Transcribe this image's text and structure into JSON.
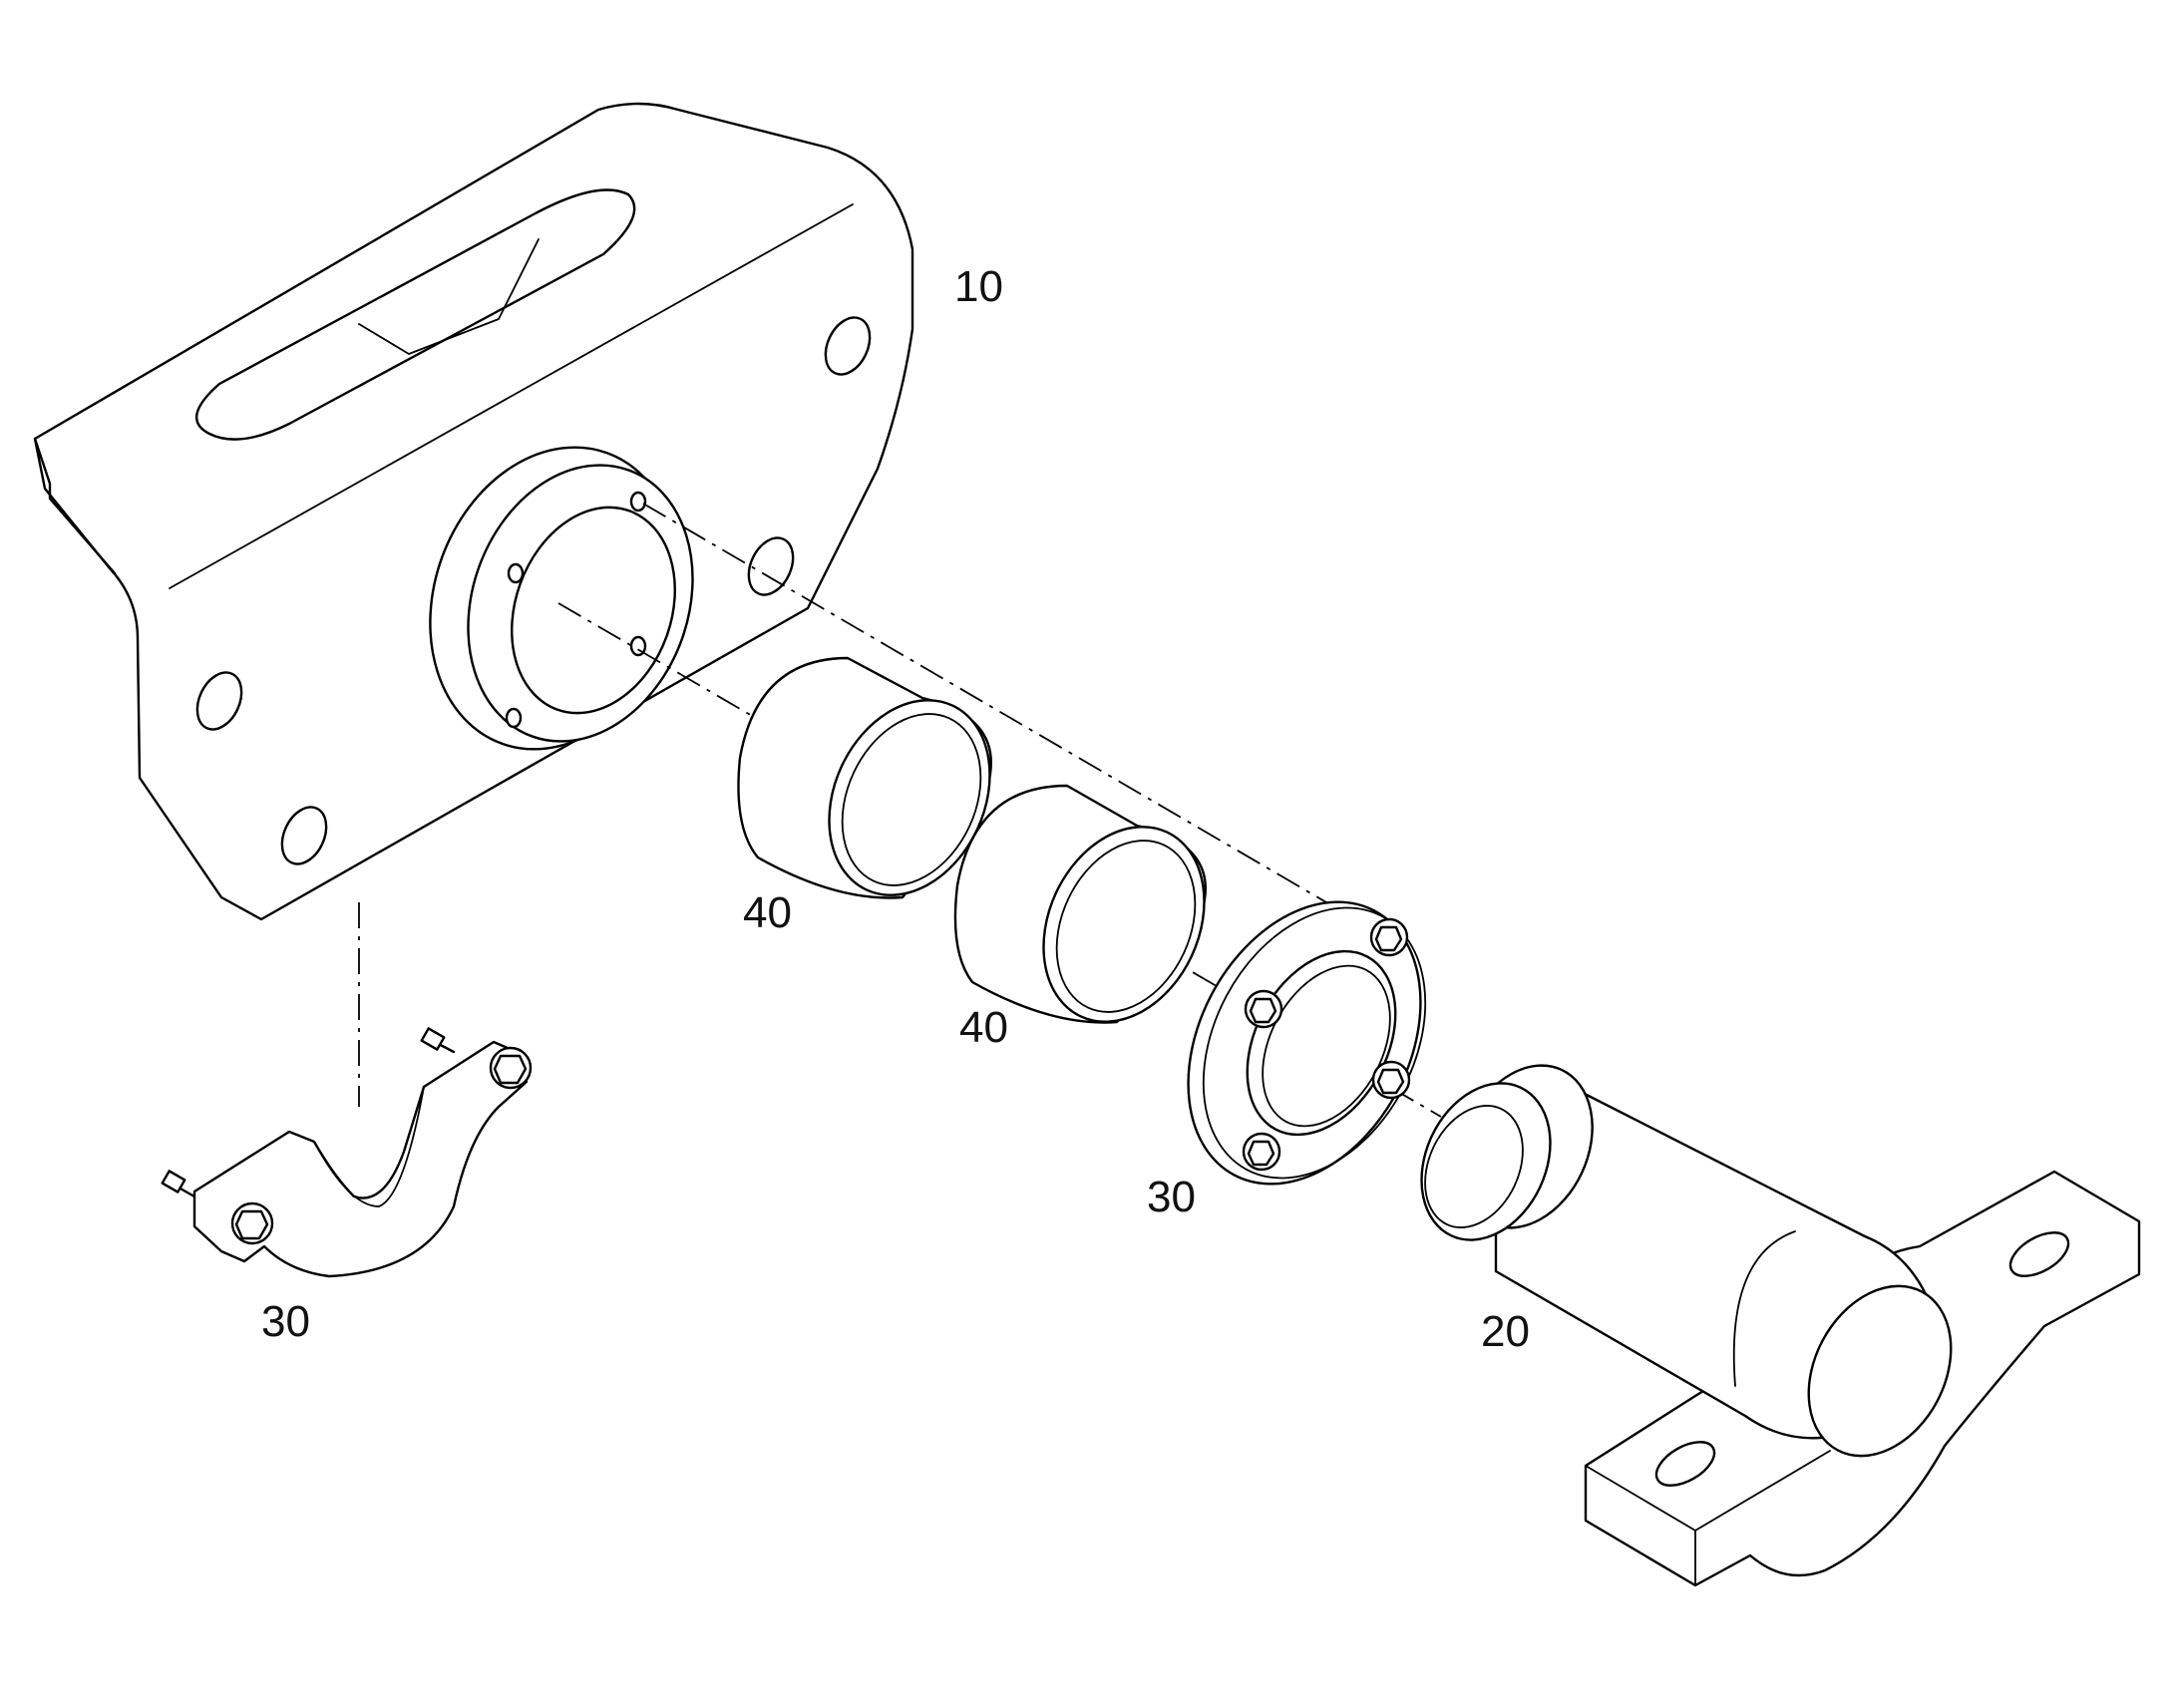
{
  "callouts": {
    "bracket": "10",
    "axle": "20",
    "clamp": "30",
    "flange": "30",
    "bushing_a": "40",
    "bushing_b": "40"
  },
  "colors": {
    "line": "#000000",
    "background": "#ffffff",
    "text": "#111111"
  }
}
